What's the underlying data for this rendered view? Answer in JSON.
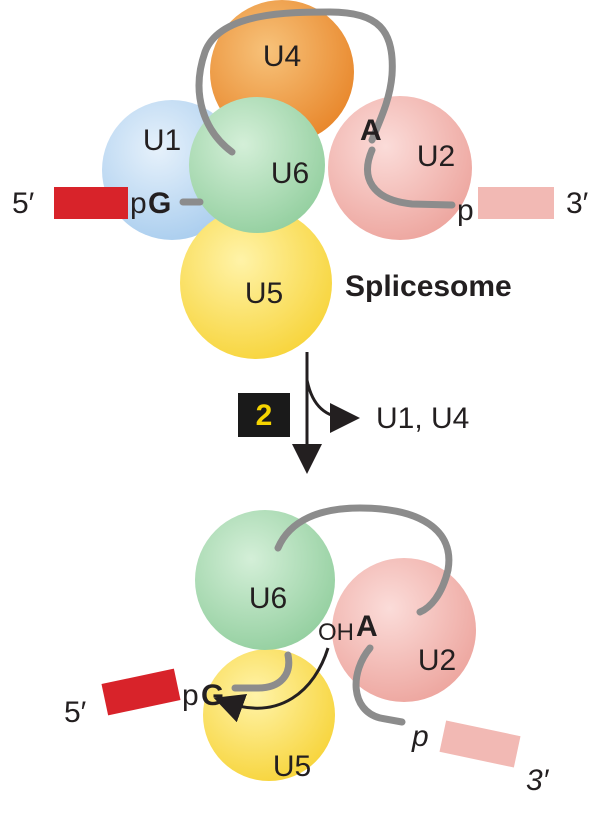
{
  "top": {
    "snrnps": [
      "U4",
      "U1",
      "U6",
      "U2",
      "U5"
    ],
    "five_prime": "5′",
    "three_prime": "3′",
    "p_left": "p",
    "g_left": "G",
    "p_right": "p",
    "branch_a": "A",
    "complex_label": "Splicesome"
  },
  "step": {
    "number": "2",
    "released": "U1, U4"
  },
  "bottom": {
    "snrnps": [
      "U6",
      "U2",
      "U5"
    ],
    "oh": "OH",
    "branch_a": "A",
    "five_prime": "5′",
    "three_prime": "3′",
    "p_left": "p",
    "g_left": "G",
    "p_right": "p"
  },
  "colors": {
    "u1": "#cfe3f5",
    "u4": "#f0a24a",
    "u6": "#b8dfbf",
    "u2": "#f5c1bc",
    "u5": "#ffe56b",
    "exon5": "#d8232a",
    "exon3": "#f2b9b4",
    "rna": "#8c8c8c",
    "step_box": "#1a1a1a",
    "step_num": "#f5d400"
  },
  "icons": {
    "pointer": "arrow-icon"
  }
}
